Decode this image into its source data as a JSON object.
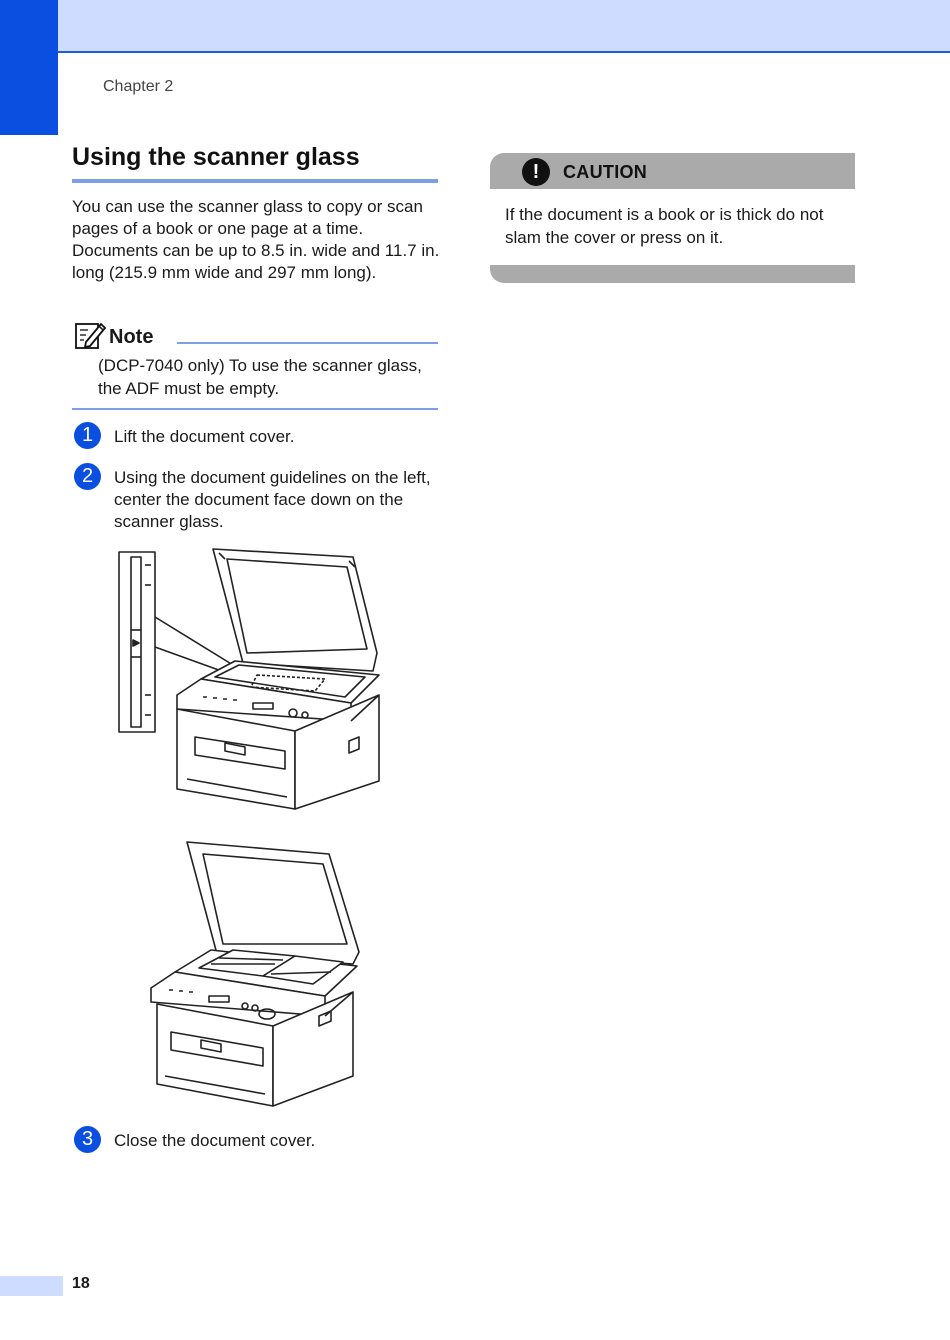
{
  "header": {
    "chapter": "Chapter 2"
  },
  "section": {
    "title": "Using the scanner glass",
    "intro": "You can use the scanner glass to copy or scan pages of a book or one page at a time. Documents can be up to 8.5 in. wide and 11.7 in. long (215.9 mm wide and 297 mm long)."
  },
  "note": {
    "label": "Note",
    "text": "(DCP-7040 only) To use the scanner glass, the ADF must be empty.",
    "icon": "pencil-note-icon"
  },
  "steps": [
    {
      "number": "1",
      "text": "Lift the document cover."
    },
    {
      "number": "2",
      "text": "Using the document guidelines on the left, center the document face down on the scanner glass."
    },
    {
      "number": "3",
      "text": "Close the document cover."
    }
  ],
  "caution": {
    "label": "CAUTION",
    "icon_glyph": "!",
    "text": "If the document is a book or is thick do not slam the cover or press on it."
  },
  "footer": {
    "page_number": "18"
  },
  "colors": {
    "accent_blue": "#0b4fe0",
    "light_blue": "#cddcff",
    "rule_blue": "#7f9fe3",
    "caution_gray": "#aaaaaa"
  }
}
